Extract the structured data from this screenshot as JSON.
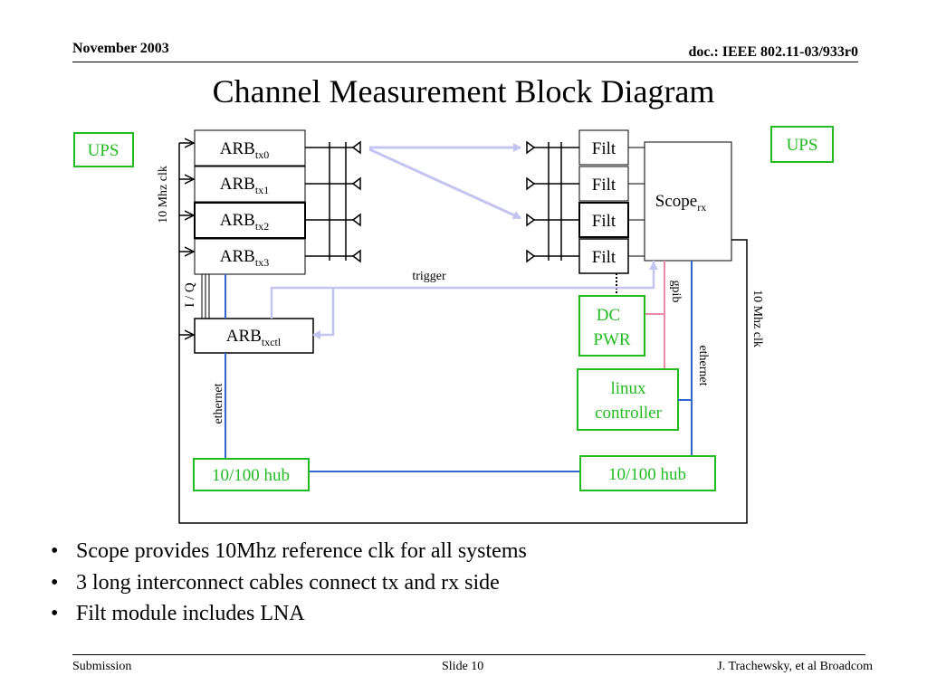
{
  "header": {
    "date": "November 2003",
    "doc": "doc.: IEEE 802.11-03/933r0"
  },
  "title": "Channel Measurement Block Diagram",
  "diagram": {
    "ups_left": "UPS",
    "ups_right": "UPS",
    "arb": {
      "base": "ARB",
      "tx0": "tx0",
      "tx1": "tx1",
      "tx2": "tx2",
      "tx3": "tx3",
      "txctl": "txctl"
    },
    "filt": [
      "Filt",
      "Filt",
      "Filt",
      "Filt"
    ],
    "scope": {
      "base": "Scope",
      "sub": "rx"
    },
    "clk_left": "10 Mhz clk",
    "clk_right": "10 Mhz clk",
    "iq": "I / Q",
    "trigger": "trigger",
    "gpib": "gpib",
    "dc_pwr": [
      "DC",
      "PWR"
    ],
    "linux": [
      "linux",
      "controller"
    ],
    "ethernet_left": "ethernet",
    "ethernet_right": "ethernet",
    "hub_left": "10/100 hub",
    "hub_right": "10/100 hub",
    "colors": {
      "box_green": "#22bb22",
      "link_blue": "#3366cc",
      "trigger_lav": "#c4c4f0",
      "gpib_pink": "#e88aa8"
    }
  },
  "bullets": [
    "Scope provides 10Mhz reference clk for all systems",
    "3 long interconnect cables connect tx and rx side",
    "Filt module includes LNA"
  ],
  "footer": {
    "left": "Submission",
    "center": "Slide 10",
    "right": "J. Trachewsky, et al Broadcom"
  }
}
